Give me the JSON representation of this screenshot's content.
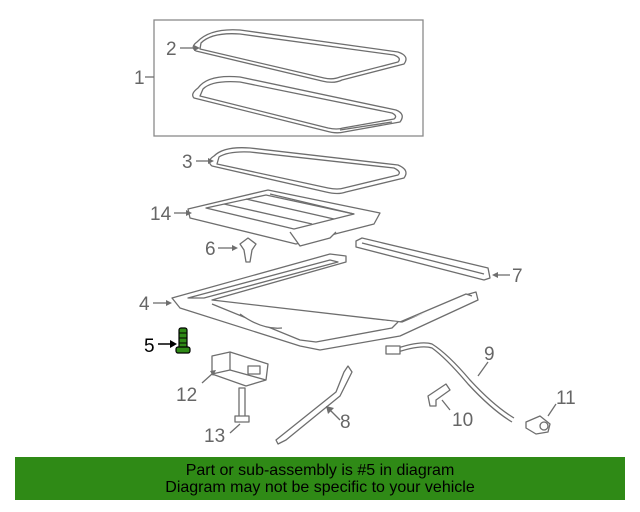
{
  "callouts": {
    "c1": "1",
    "c2": "2",
    "c3": "3",
    "c4": "4",
    "c5": "5",
    "c6": "6",
    "c7": "7",
    "c8": "8",
    "c9": "9",
    "c10": "10",
    "c11": "11",
    "c12": "12",
    "c13": "13",
    "c14": "14"
  },
  "highlighted_callout": "5",
  "banner": {
    "line1": "Part or sub-assembly is #5 in diagram",
    "line2": "Diagram may not be specific to your vehicle"
  },
  "colors": {
    "banner_bg": "#2f8a16",
    "banner_text": "#000000",
    "highlight_part": "#2f8a16",
    "line_art": "#6e6e6e"
  }
}
